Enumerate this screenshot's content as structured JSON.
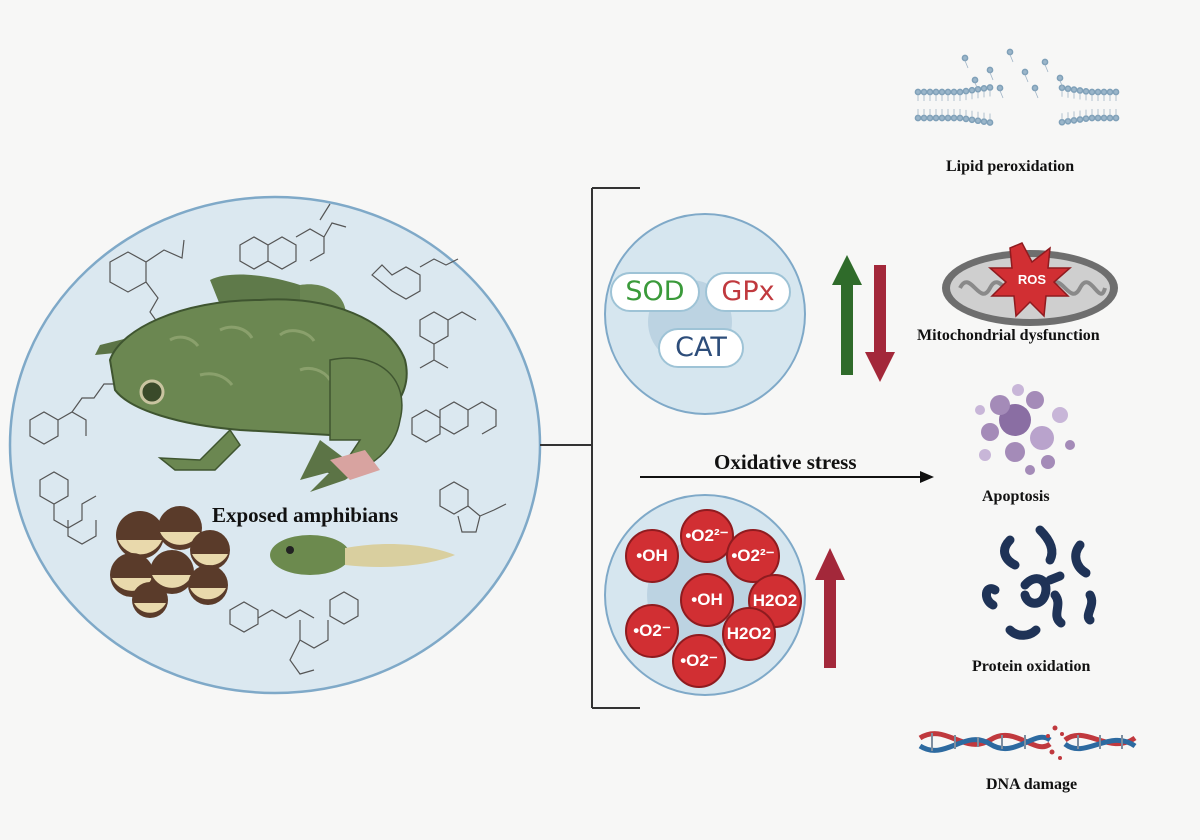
{
  "center_label": "Exposed amphibians",
  "arrow_label": "Oxidative stress",
  "enzymes": {
    "sod": {
      "label": "SOD",
      "color": "#3a9a3a"
    },
    "gpx": {
      "label": "GPx",
      "color": "#c0393e"
    },
    "cat": {
      "label": "CAT",
      "color": "#2d4d7a"
    }
  },
  "ros_species": [
    "•OH",
    "•O2²⁻",
    "•O2²⁻",
    "•OH",
    "H2O2",
    "•O2⁻",
    "H2O2",
    "•O2⁻"
  ],
  "mito_badge": "ROS",
  "outcomes": {
    "lipid": "Lipid peroxidation",
    "mito": "Mitochondrial dysfunction",
    "apoptosis": "Apoptosis",
    "protein": "Protein oxidation",
    "dna": "DNA damage"
  },
  "colors": {
    "up_arrow_green": "#2f6b2a",
    "down_arrow_red": "#a3283a",
    "circle_fill": "#d6e6ef",
    "circle_stroke": "#7fa9c8",
    "ros_fill": "#d12f33"
  }
}
